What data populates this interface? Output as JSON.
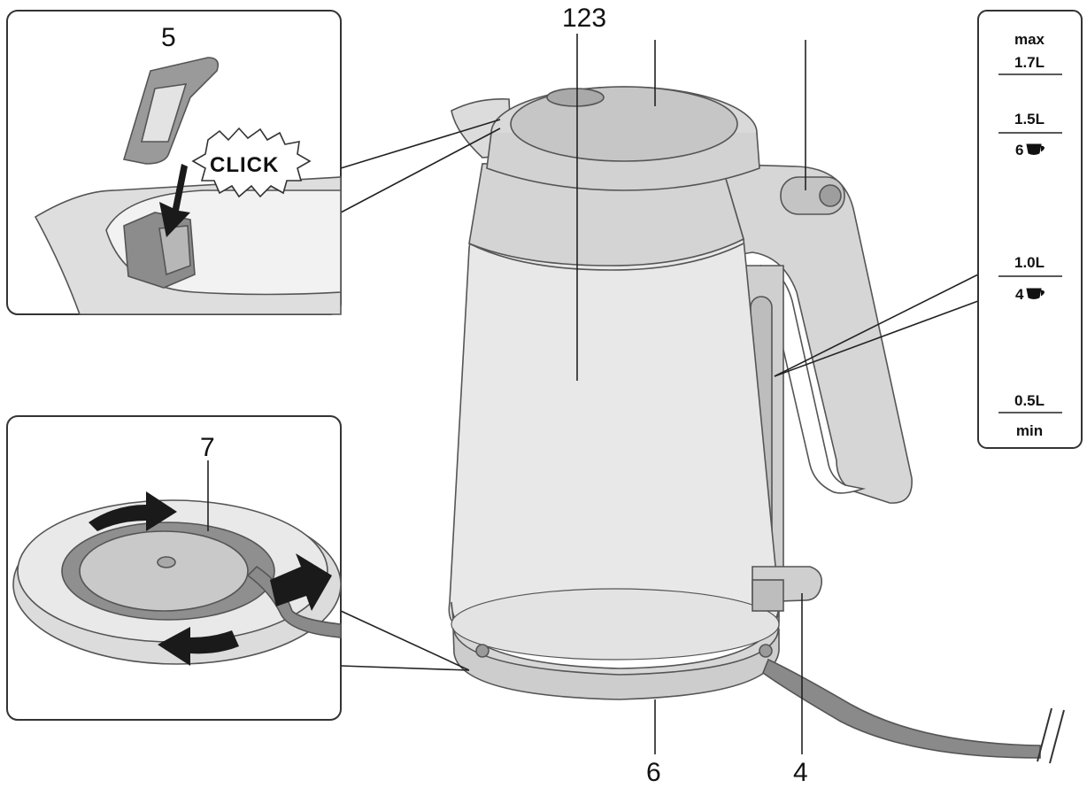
{
  "callouts": {
    "c123": "123",
    "c5": "5",
    "c7": "7",
    "c6": "6",
    "c4": "4"
  },
  "inset_top": {
    "click_text": "CLICK"
  },
  "scale": {
    "max_label": "max",
    "max_volume": "1.7L",
    "mark_15": "1.5L",
    "cups_6": "6",
    "mark_10": "1.0L",
    "cups_4": "4",
    "mark_05": "0.5L",
    "min_label": "min"
  },
  "colors": {
    "body_light": "#e6e6e6",
    "body_mid": "#d2d2d2",
    "lid": "#c8c8c8",
    "dark": "#6e6e6e",
    "outline": "#555555"
  }
}
